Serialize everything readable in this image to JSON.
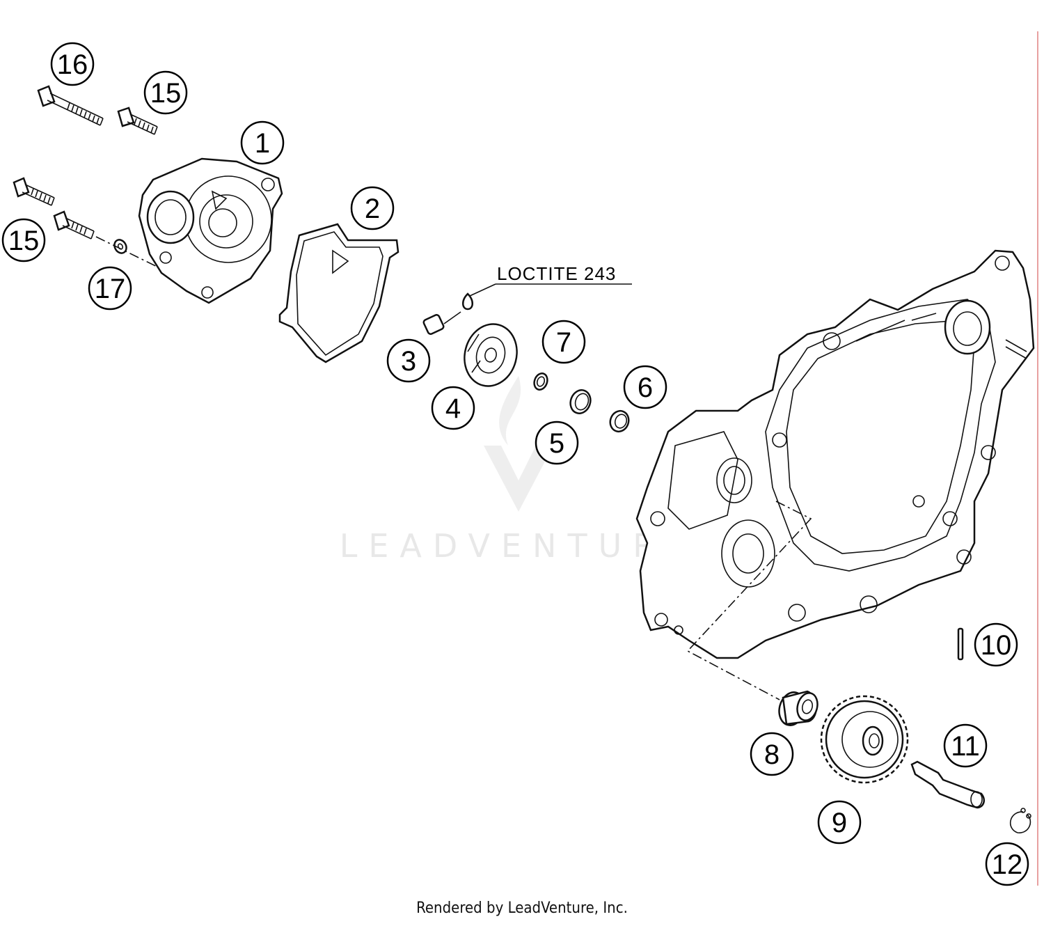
{
  "diagram": {
    "callouts": [
      {
        "id": "1",
        "label": "1"
      },
      {
        "id": "2",
        "label": "2"
      },
      {
        "id": "3",
        "label": "3"
      },
      {
        "id": "4",
        "label": "4"
      },
      {
        "id": "5",
        "label": "5"
      },
      {
        "id": "6",
        "label": "6"
      },
      {
        "id": "7",
        "label": "7"
      },
      {
        "id": "8",
        "label": "8"
      },
      {
        "id": "9",
        "label": "9"
      },
      {
        "id": "10",
        "label": "10"
      },
      {
        "id": "11",
        "label": "11"
      },
      {
        "id": "12",
        "label": "12"
      },
      {
        "id": "15a",
        "label": "15"
      },
      {
        "id": "15b",
        "label": "15"
      },
      {
        "id": "16",
        "label": "16"
      },
      {
        "id": "17",
        "label": "17"
      }
    ],
    "note_label": "LOCTITE 243",
    "watermark": "LEADVENTURE"
  },
  "footer": {
    "text": "Rendered by LeadVenture, Inc."
  },
  "colors": {
    "line": "#111111",
    "watermark": "#e6e6e6",
    "right_edge_rule": "#e8a0a0"
  }
}
